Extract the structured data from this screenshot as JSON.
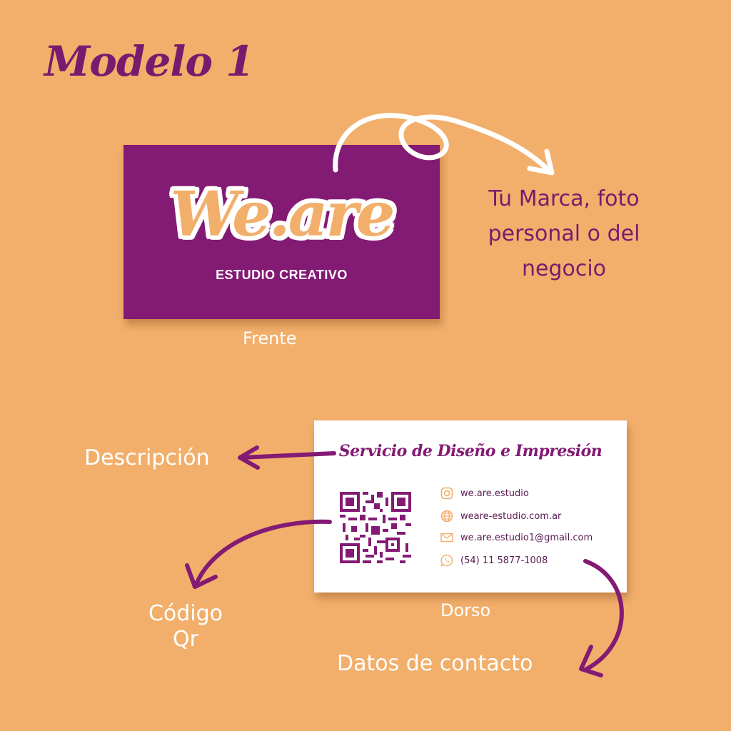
{
  "title": "Modelo 1",
  "front": {
    "logo_text": "We.are",
    "logo_subtitle": "ESTUDIO CREATIVO",
    "caption": "Frente"
  },
  "brand_label": {
    "line1": "Tu Marca, foto",
    "line2": "personal o del",
    "line3": "negocio"
  },
  "back": {
    "title": "Servicio de Diseño e Impresión",
    "caption": "Dorso",
    "contacts": [
      {
        "icon": "instagram-icon",
        "text": "we.are.estudio"
      },
      {
        "icon": "globe-icon",
        "text": "weare-estudio.com.ar"
      },
      {
        "icon": "mail-icon",
        "text": "we.are.estudio1@gmail.com"
      },
      {
        "icon": "whatsapp-icon",
        "text": "(54) 11 5877-1008"
      }
    ]
  },
  "labels": {
    "descripcion": "Descripción",
    "codigo_line1": "Código",
    "codigo_line2": "Qr",
    "datos": "Datos de contacto"
  },
  "colors": {
    "background": "#F2AF6B",
    "purple": "#831A74",
    "accent": "#F2AF6B"
  }
}
